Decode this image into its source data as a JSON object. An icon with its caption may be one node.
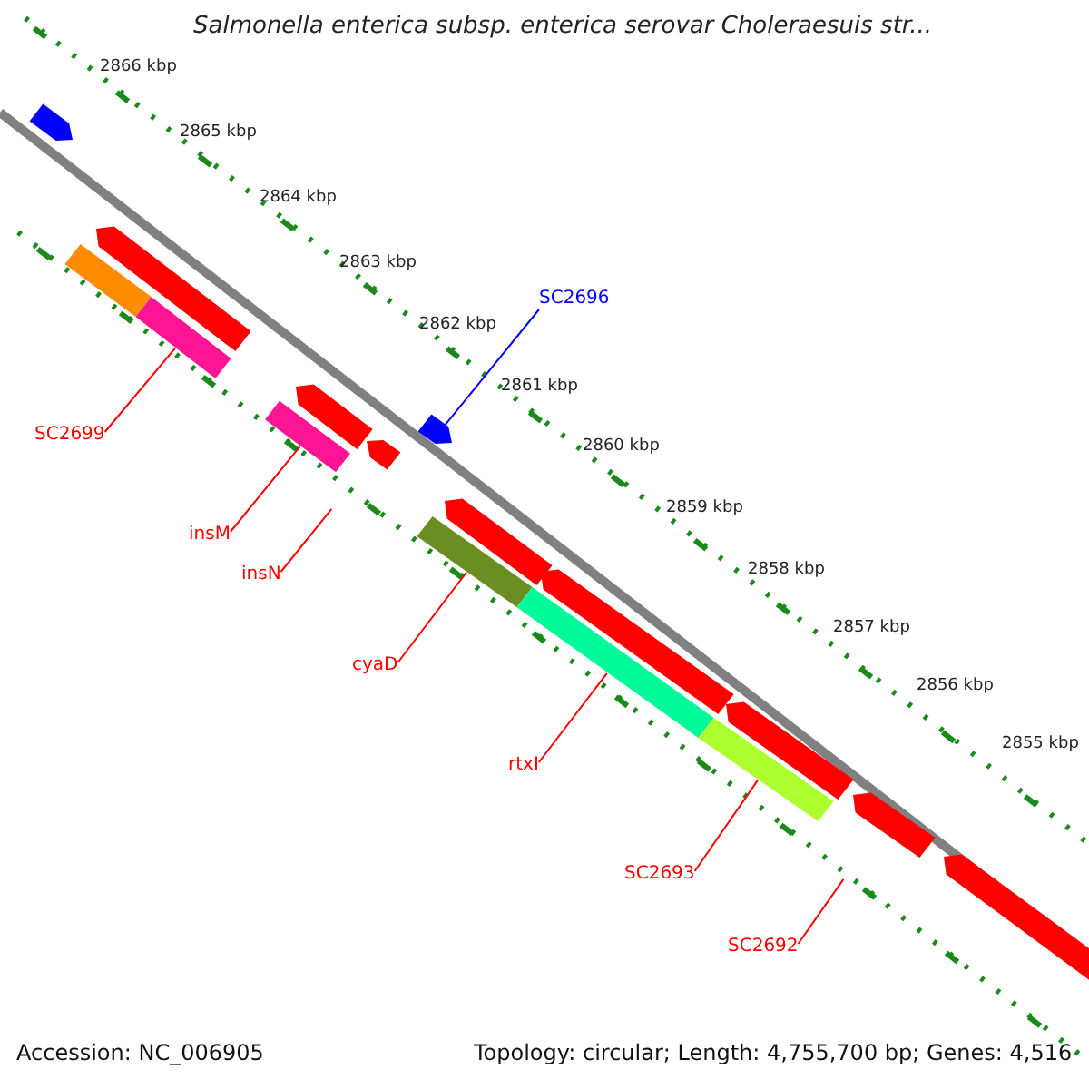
{
  "diagram": {
    "title": "Salmonella enterica subsp. enterica serovar Choleraesuis str...",
    "nodes": [
      {
        "text": [
          "SC2696"
        ]
      },
      {
        "text": [],
        "shape": "bar"
      },
      {
        "text": [
          "SC2699"
        ]
      },
      {
        "text": [],
        "shape": "bar"
      },
      {
        "text": [
          "insM"
        ]
      },
      {
        "text": [],
        "shape": "bar"
      },
      {
        "text": [
          "insN"
        ]
      },
      {
        "text": [
          "cyaD"
        ]
      },
      {
        "text": [],
        "shape": "bar"
      },
      {
        "text": [
          "rtxI"
        ]
      },
      {
        "text": [],
        "shape": "bar"
      },
      {
        "text": [
          "SC2693"
        ]
      },
      {
        "text": [],
        "shape": "bar"
      },
      {
        "text": [
          "SC2692"
        ]
      },
      {
        "text": [],
        "shape": "bar"
      },
      {
        "text": [],
        "shape": "bar"
      },
      {
        "text": [],
        "shape": "bar"
      },
      {
        "text": [],
        "shape": "bar"
      },
      {
        "text": [],
        "shape": "bar"
      },
      {
        "text": [],
        "shape": "bar"
      },
      {
        "text": [],
        "shape": "bar"
      },
      {
        "text": [],
        "shape": "bar"
      },
      {
        "text": [],
        "shape": "bar"
      },
      {
        "text": [],
        "shape": "bar"
      }
    ],
    "edges": [
      {
        "from": 0,
        "to": 1,
        "arrow": "none",
        "color": "#0000ff"
      },
      {
        "from": 2,
        "to": 3,
        "arrow": "none"
      },
      {
        "from": 4,
        "to": 5,
        "arrow": "none"
      },
      {
        "from": 6,
        "to": null,
        "arrow": "none"
      },
      {
        "from": 7,
        "to": 8,
        "arrow": "none"
      },
      {
        "from": 9,
        "to": 10,
        "arrow": "none"
      },
      {
        "from": 11,
        "to": 12,
        "arrow": "none"
      },
      {
        "from": 13,
        "to": null,
        "arrow": "none"
      }
    ],
    "labels": [
      "2866 kbp",
      "2865 kbp",
      "2864 kbp",
      "2863 kbp",
      "2862 kbp",
      "2861 kbp",
      "2860 kbp",
      "2859 kbp",
      "2858 kbp",
      "2857 kbp",
      "2856 kbp",
      "2855 kbp",
      "Accession: NC_006905",
      "Topology: circular; Length: 4,755,700 bp; Genes: 4,516"
    ]
  }
}
